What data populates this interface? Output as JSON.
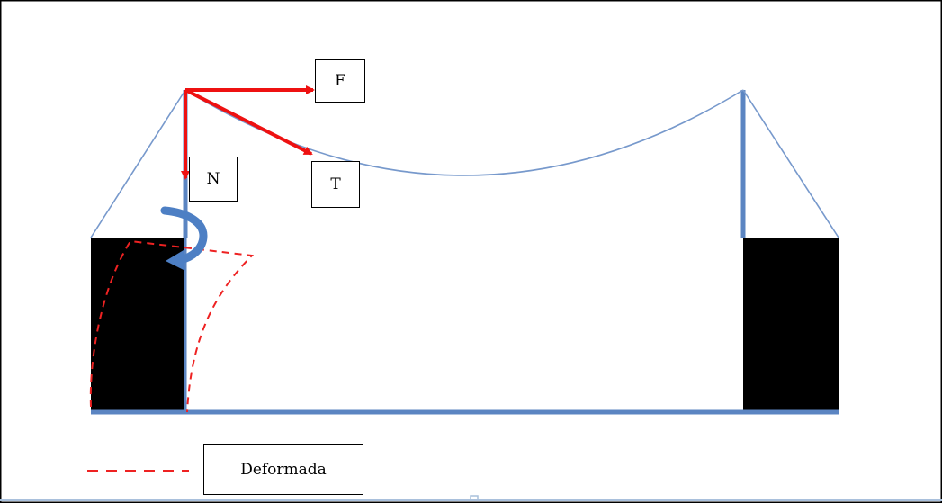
{
  "labels": {
    "force_f": "F",
    "force_n": "N",
    "force_t": "T",
    "legend_deformed": "Deformada"
  },
  "colors": {
    "structure": "#5b85c2",
    "cable": "#7799cc",
    "force": "#ee1111",
    "support_block": "#000000",
    "deformed": "#ee2222",
    "moment_arrow": "#4d7fc4"
  },
  "icons": {
    "moment": "curved-arrow-icon",
    "legend_line": "dashed-line-icon"
  }
}
